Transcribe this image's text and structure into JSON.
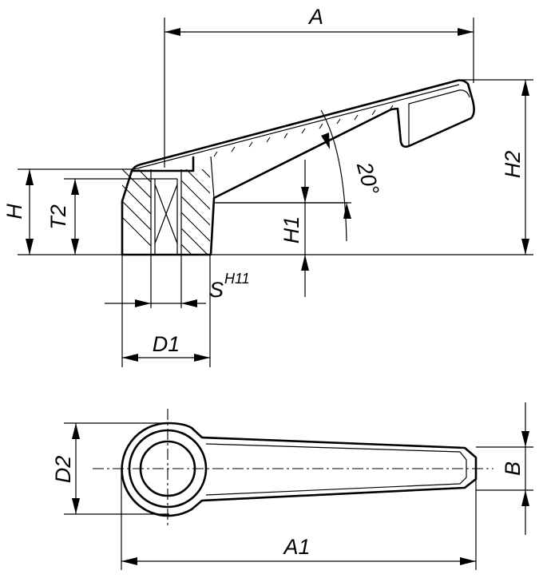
{
  "dimensions": {
    "A": "A",
    "A1": "A1",
    "H": "H",
    "H1": "H1",
    "H2": "H2",
    "T2": "T2",
    "S": "S",
    "S_tolerance": "H11",
    "D1": "D1",
    "D2": "D2",
    "B": "B",
    "angle": "20°"
  }
}
